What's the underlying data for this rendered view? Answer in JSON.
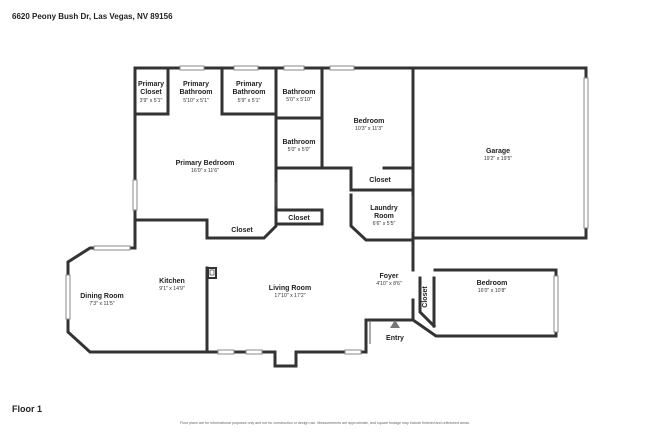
{
  "address": "6620 Peony Bush Dr, Las Vegas, NV 89156",
  "floor_label": "Floor 1",
  "disclaimer": "Floor plans are for informational purposes only and not for construction or design use. Measurements are approximate, and square footage may include finished and unfinished areas.",
  "rooms": {
    "primary_closet": {
      "name_line1": "Primary",
      "name_line2": "Closet",
      "dims": "3'9\" x 5'1\""
    },
    "primary_bathroom_1": {
      "name_line1": "Primary",
      "name_line2": "Bathroom",
      "dims": "5'10\" x 5'1\""
    },
    "primary_bathroom_2": {
      "name_line1": "Primary",
      "name_line2": "Bathroom",
      "dims": "5'9\" x 5'1\""
    },
    "bathroom_1": {
      "name": "Bathroom",
      "dims": "5'0\" x 5'10\""
    },
    "bathroom_2": {
      "name": "Bathroom",
      "dims": "5'0\" x 5'0\""
    },
    "bedroom_top": {
      "name": "Bedroom",
      "dims": "10'3\" x 11'3\""
    },
    "garage": {
      "name": "Garage",
      "dims": "19'2\" x 19'5\""
    },
    "primary_bedroom": {
      "name": "Primary Bedroom",
      "dims": "16'0\" x 11'6\""
    },
    "closet_bedroom": {
      "name": "Closet"
    },
    "closet_primary": {
      "name": "Closet"
    },
    "closet_hall": {
      "name": "Closet"
    },
    "laundry": {
      "name_line1": "Laundry",
      "name_line2": "Room",
      "dims": "6'6\" x 5'5\""
    },
    "kitchen": {
      "name": "Kitchen",
      "dims": "9'1\" x 14'9\""
    },
    "dining_room": {
      "name": "Dining Room",
      "dims": "7'3\" x 11'5\""
    },
    "living_room": {
      "name": "Living Room",
      "dims": "17'10\" x 17'2\""
    },
    "foyer": {
      "name": "Foyer",
      "dims": "4'10\" x 8'6\""
    },
    "bedroom_right": {
      "name": "Bedroom",
      "dims": "16'0\" x 10'8\""
    },
    "closet_right": {
      "name": "Closet"
    },
    "entry": {
      "name": "Entry"
    }
  }
}
